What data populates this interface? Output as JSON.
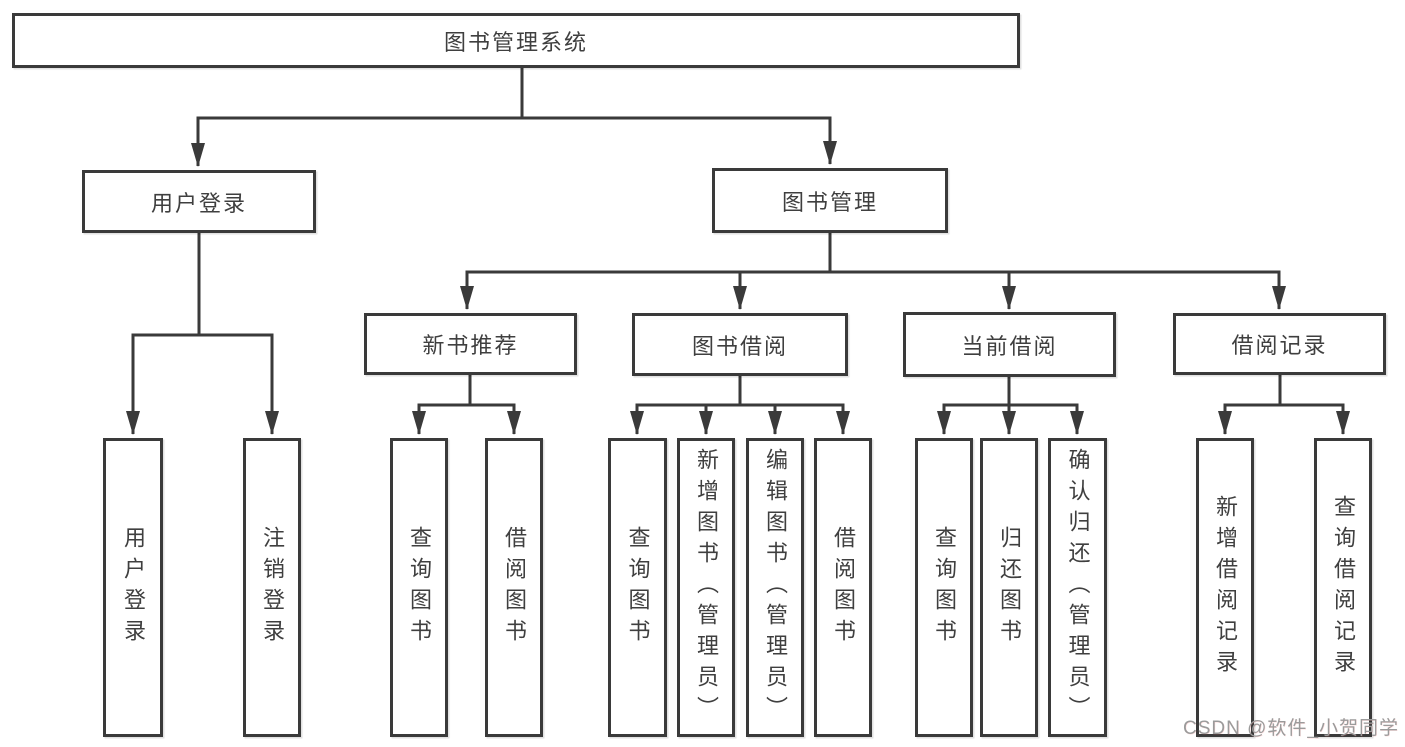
{
  "style": {
    "background": "#ffffff",
    "line_color": "#3a3a3a",
    "node_border_color": "#3a3a3a",
    "text_color": "#3f3f3f",
    "watermark_color": "#9b9b9b"
  },
  "diagram_type": "hierarchical-tree",
  "tree": {
    "label": "图书管理系统",
    "children": [
      {
        "label": "用户登录",
        "children": [
          {
            "label": "用户登录"
          },
          {
            "label": "注销登录"
          }
        ]
      },
      {
        "label": "图书管理",
        "children": [
          {
            "label": "新书推荐",
            "children": [
              {
                "label": "查询图书"
              },
              {
                "label": "借阅图书"
              }
            ]
          },
          {
            "label": "图书借阅",
            "children": [
              {
                "label": "查询图书"
              },
              {
                "label": "新增图书（管理员）"
              },
              {
                "label": "编辑图书（管理员）"
              },
              {
                "label": "借阅图书"
              }
            ]
          },
          {
            "label": "当前借阅",
            "children": [
              {
                "label": "查询图书"
              },
              {
                "label": "归还图书"
              },
              {
                "label": "确认归还（管理员）"
              }
            ]
          },
          {
            "label": "借阅记录",
            "children": [
              {
                "label": "新增借阅记录"
              },
              {
                "label": "查询借阅记录"
              }
            ]
          }
        ]
      }
    ]
  },
  "watermark": "CSDN @软件_小贺同学"
}
